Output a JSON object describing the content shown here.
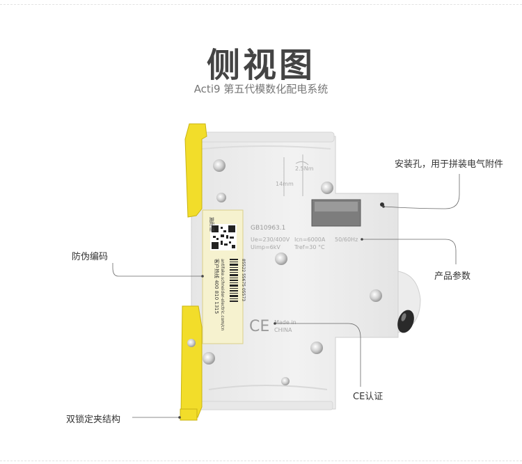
{
  "header": {
    "title": "侧视图",
    "subtitle": "Acti9 第五代模数化配电系统"
  },
  "callouts": {
    "mounting_hole": "安装孔，用于拼装电气附件",
    "anti_counterfeit": "防伪编码",
    "product_params": "产品参数",
    "ce_cert": "CE认证",
    "double_lock": "双锁定夹结构"
  },
  "device": {
    "torque": "2.5Nm",
    "strip_length": "14mm",
    "standard": "GB10963.1",
    "ue": "Ue=230/400V",
    "icn": "Icn=6000A",
    "uimp": "Uimp=6kV",
    "tref": "Tref=30 °C",
    "freq": "50/60Hz",
    "ce_mark": "CE",
    "made_in": "Made in",
    "country": "CHINA"
  },
  "label": {
    "brand_chars": "施耐德",
    "hotline": "客户热线 400 810 1315",
    "website": "antifake.schneider-electric.com/cn",
    "serial": "85522 55675 05573"
  },
  "colors": {
    "body": "#eeeeee",
    "body_edge": "#d0d0d0",
    "clip_yellow": "#f2dd2a",
    "label_bg": "#f6f2cf",
    "leader_line": "#666666"
  }
}
